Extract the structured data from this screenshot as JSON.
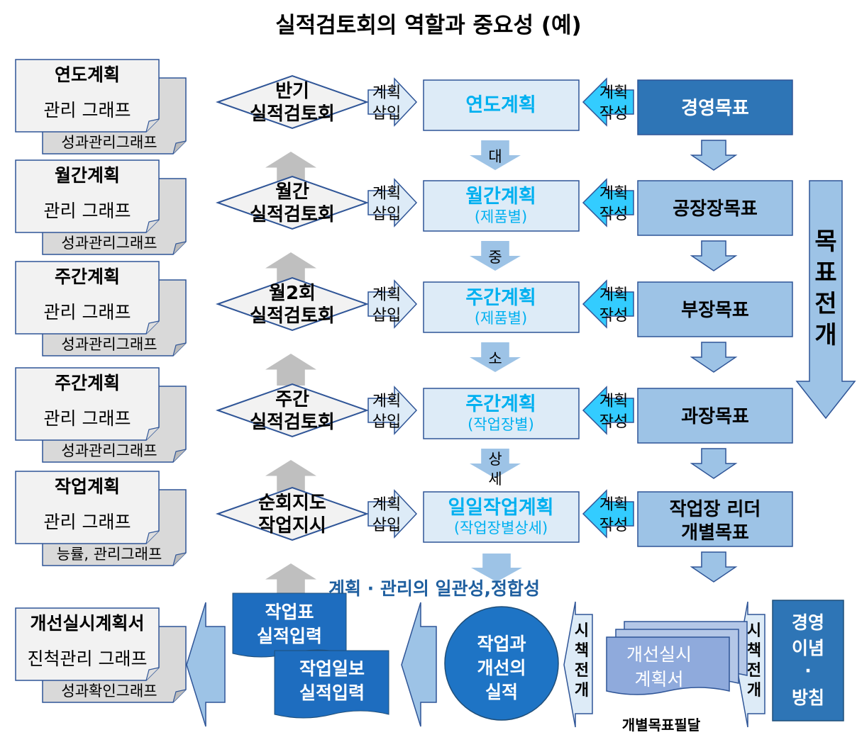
{
  "title": "실적검토회의 역할과 중요성 (예)",
  "left_docs": [
    {
      "title": "연도계획",
      "sub": "관리 그래프",
      "back": "성과관리그래프"
    },
    {
      "title": "월간계획",
      "sub": "관리 그래프",
      "back": "성과관리그래프"
    },
    {
      "title": "주간계획",
      "sub": "관리 그래프",
      "back": "성과관리그래프"
    },
    {
      "title": "주간계획",
      "sub": "관리 그래프",
      "back": "성과관리그래프"
    },
    {
      "title": "작업계획",
      "sub": "관리 그래프",
      "back": "능률, 관리그래프"
    }
  ],
  "diamonds": [
    {
      "l1": "반기",
      "l2": "실적검토회"
    },
    {
      "l1": "월간",
      "l2": "실적검토회"
    },
    {
      "l1": "월2회",
      "l2": "실적검토회"
    },
    {
      "l1": "주간",
      "l2": "실적검토회"
    },
    {
      "l1": "순회지도",
      "l2": "작업지시"
    }
  ],
  "insert_label": {
    "l1": "계획",
    "l2": "삽입"
  },
  "create_label": {
    "l1": "계획",
    "l2": "작성"
  },
  "plans": [
    {
      "l1": "연도계획",
      "l2": ""
    },
    {
      "l1": "월간계획",
      "l2": "(제품별)"
    },
    {
      "l1": "주간계획",
      "l2": "(제품별)"
    },
    {
      "l1": "주간계획",
      "l2": "(작업장별)"
    },
    {
      "l1": "일일작업계획",
      "l2": "(작업장별상세)"
    }
  ],
  "granularity": [
    "대",
    "중",
    "소",
    "상\n세"
  ],
  "goals": [
    {
      "l1": "경영목표",
      "l2": ""
    },
    {
      "l1": "공장장목표",
      "l2": ""
    },
    {
      "l1": "부장목표",
      "l2": ""
    },
    {
      "l1": "과장목표",
      "l2": ""
    },
    {
      "l1": "작업장 리더",
      "l2": "개별목표"
    }
  ],
  "goal_deploy": "목표전개",
  "consistency": "계획 · 관리의 일관성,정합성",
  "bottom": {
    "improve_doc": {
      "title": "개선실시계획서",
      "sub": "진척관리 그래프",
      "back": "성과확인그래프"
    },
    "work_table": {
      "l1": "작업표",
      "l2": "실적입력"
    },
    "work_daily": {
      "l1": "작업일보",
      "l2": "실적입력"
    },
    "circle": {
      "l1": "작업과",
      "l2": "개선의",
      "l3": "실적"
    },
    "deploy_label": "시책전개",
    "improve_plan": {
      "l1": "개선실시",
      "l2": "계획서"
    },
    "individual_goal": "개별목표필달",
    "philosophy": {
      "l1": "경영",
      "l2": "이념",
      "l3": "·",
      "l4": "방침"
    }
  },
  "colors": {
    "dark_blue": "#2e75b6",
    "mid_blue": "#9dc3e6",
    "light_blue": "#ddebf7",
    "cyan_arrow": "#33ccff",
    "plan_text": "#00b0f0",
    "navy": "#1f5f9f",
    "gray_arrow": "#bfbfbf",
    "doc_front": "#f2f2f2",
    "doc_back": "#d9d9d9",
    "circle_fill": "#1e74c5"
  }
}
